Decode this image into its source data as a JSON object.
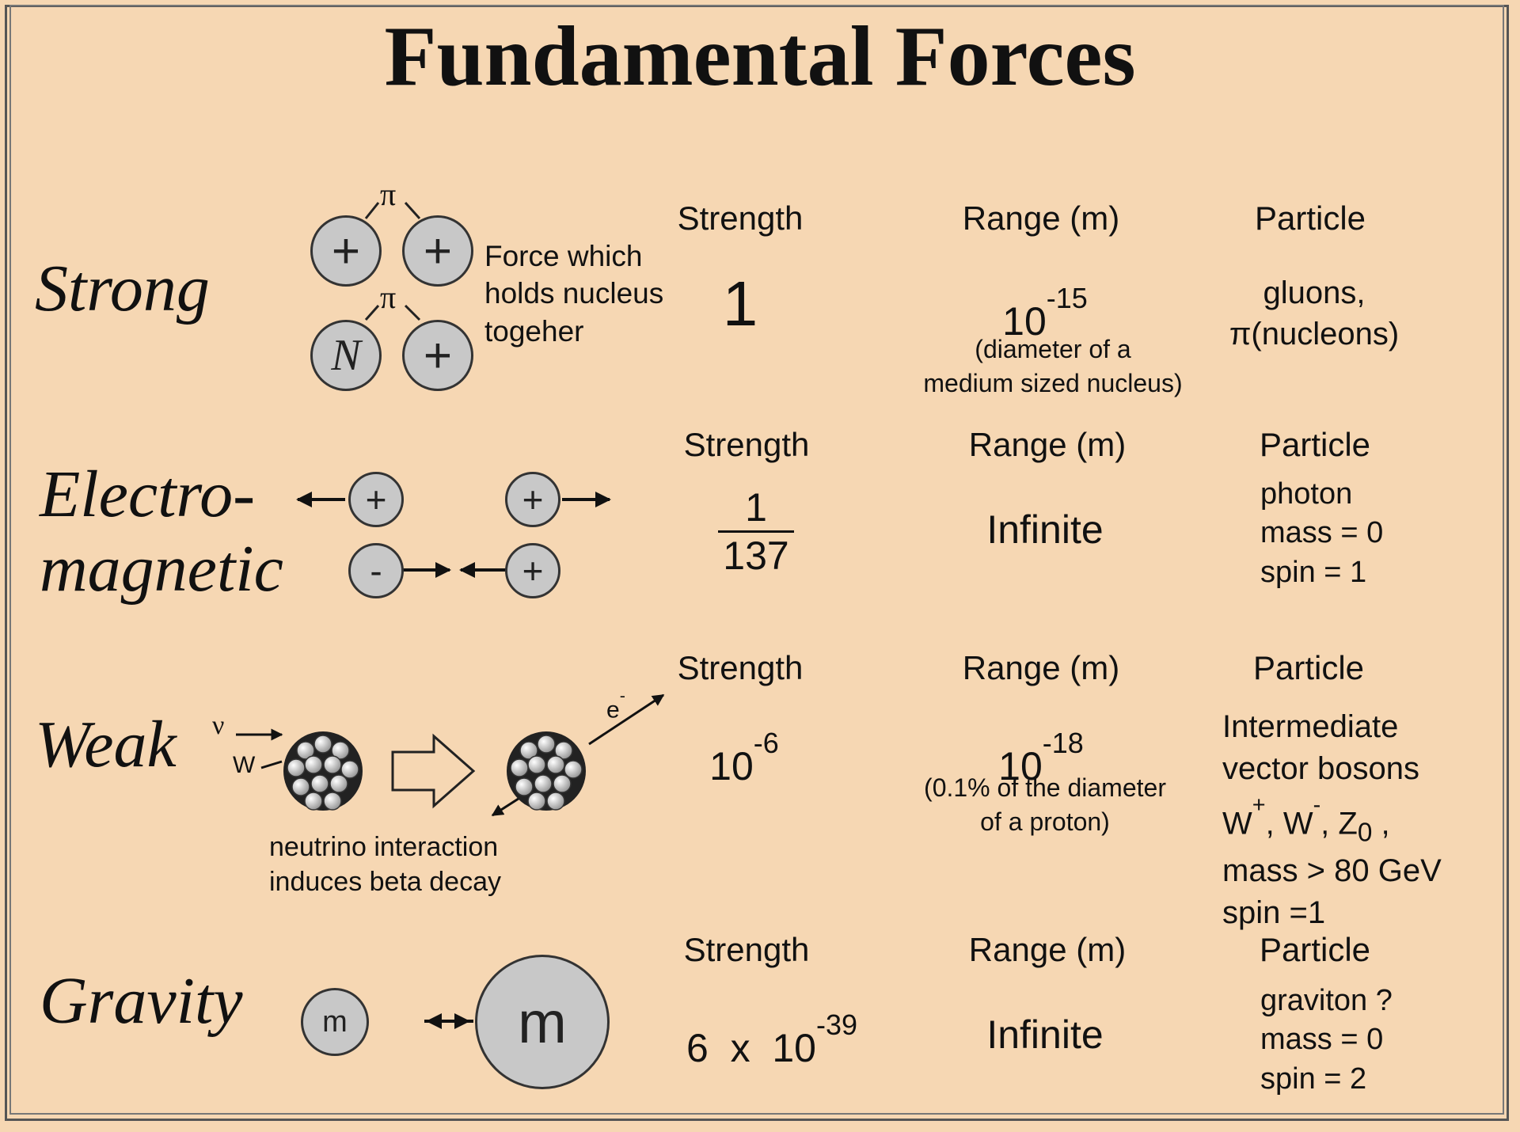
{
  "title": "Fundamental Forces",
  "headers": {
    "strength": "Strength",
    "range": "Range (m)",
    "particle": "Particle"
  },
  "strong": {
    "name": "Strong",
    "description": [
      "Force which",
      "holds nucleus",
      "togeher"
    ],
    "pion_label": "π",
    "plus_symbol": "+",
    "neutron_symbol": "N",
    "strength": "1",
    "range_base": "10",
    "range_exp": "-15",
    "range_note": [
      "(diameter of a",
      "medium sized nucleus)"
    ],
    "particle": [
      "gluons,",
      "π(nucleons)"
    ]
  },
  "electromagnetic": {
    "name_line1": "Electro-",
    "name_line2": "magnetic",
    "plus_symbol": "+",
    "minus_symbol": "-",
    "strength_num": "1",
    "strength_den": "137",
    "range": "Infinite",
    "particle": [
      "photon",
      "mass = 0",
      "spin = 1"
    ]
  },
  "weak": {
    "name": "Weak",
    "nu_label": "ν",
    "w_label": "W",
    "e_label": "e",
    "e_sup": "-",
    "caption": [
      "neutrino interaction",
      "induces beta decay"
    ],
    "strength_base": "10",
    "strength_exp": "-6",
    "range_base": "10",
    "range_exp": "-18",
    "range_note": [
      "(0.1% of the diameter",
      "of a proton)"
    ],
    "particle": {
      "line1": "Intermediate",
      "line2": "vector bosons",
      "w_plus": "W",
      "w_plus_sup": "+",
      "w_minus": ", W",
      "w_minus_sup": "-",
      "z": ", Z",
      "z_sub": "0",
      "z_tail": " ,",
      "line4": "mass > 80 GeV",
      "line5": "spin =1"
    }
  },
  "gravity": {
    "name": "Gravity",
    "small_mass": "m",
    "large_mass": "m",
    "strength_coef": "6  x  10",
    "strength_exp": "-39",
    "range": "Infinite",
    "particle": [
      "graviton ?",
      "mass = 0",
      "spin = 2"
    ]
  }
}
